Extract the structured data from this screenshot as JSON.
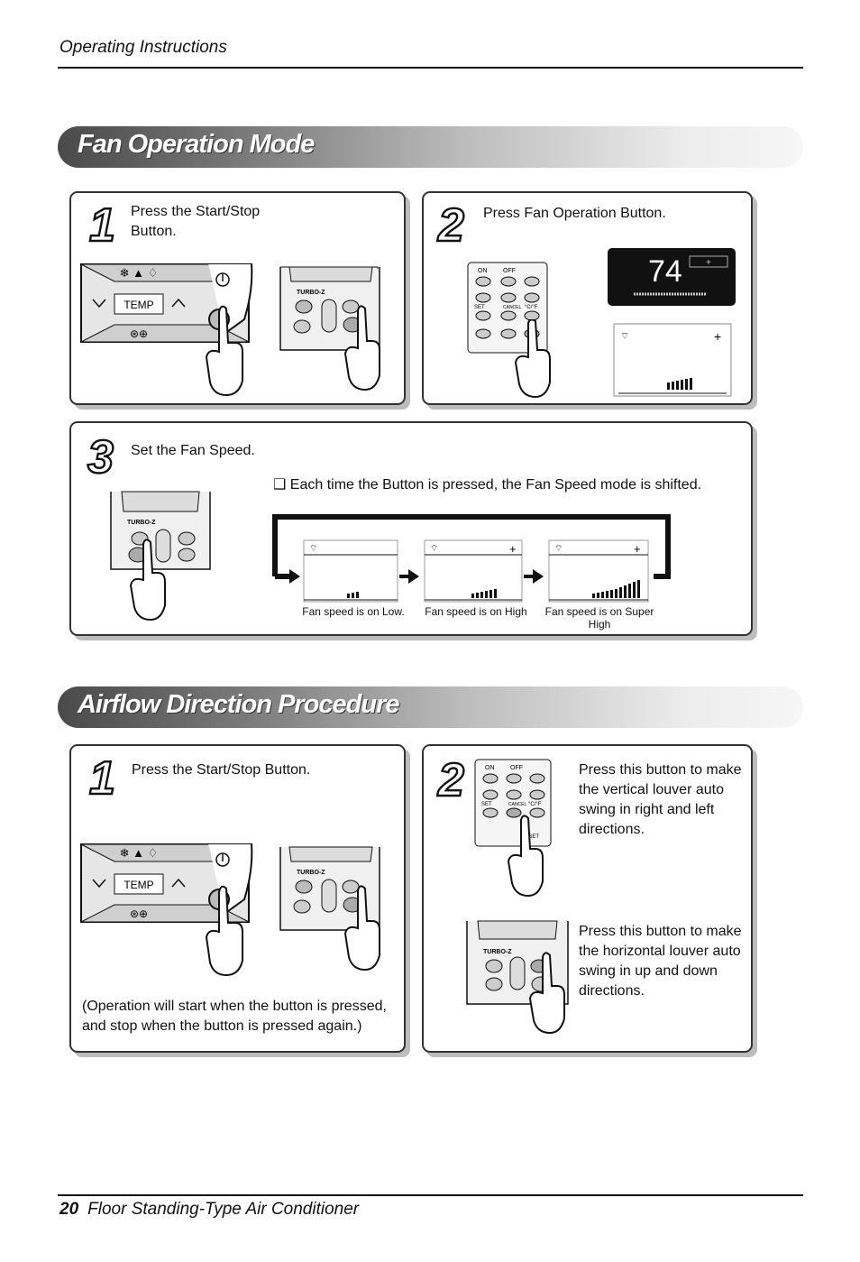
{
  "header": {
    "title": "Operating Instructions"
  },
  "fan_mode": {
    "title": "Fan Operation Mode",
    "step1": {
      "num": "1",
      "text": "Press the Start/Stop Button."
    },
    "step2": {
      "num": "2",
      "text": "Press Fan Operation Button.",
      "display_value": "74"
    },
    "step3": {
      "num": "3",
      "text": "Set the Fan Speed.",
      "note": "❑ Each time the Button is pressed, the Fan Speed mode is shifted.",
      "captions": [
        "Fan speed is on Low.",
        "Fan speed is on High",
        "Fan speed is on Super High"
      ]
    }
  },
  "airflow": {
    "title": "Airflow Direction Procedure",
    "step1": {
      "num": "1",
      "text": "Press the Start/Stop Button.",
      "note": "(Operation will start when the button is pressed, and stop when the button is pressed again.)"
    },
    "step2": {
      "num": "2",
      "text_vertical": "Press this button to make the vertical louver auto swing in right and left directions.",
      "text_horizontal": "Press this button to make the horizontal louver auto swing in up and down directions."
    }
  },
  "remote_labels": {
    "temp": "TEMP",
    "turbo": "TURBO-Z",
    "on": "ON",
    "off": "OFF",
    "set": "SET",
    "cancel": "CANCEL",
    "cf": "°C/°F",
    "reset": "RESET"
  },
  "footer": {
    "page": "20",
    "title": "Floor Standing-Type Air Conditioner"
  }
}
